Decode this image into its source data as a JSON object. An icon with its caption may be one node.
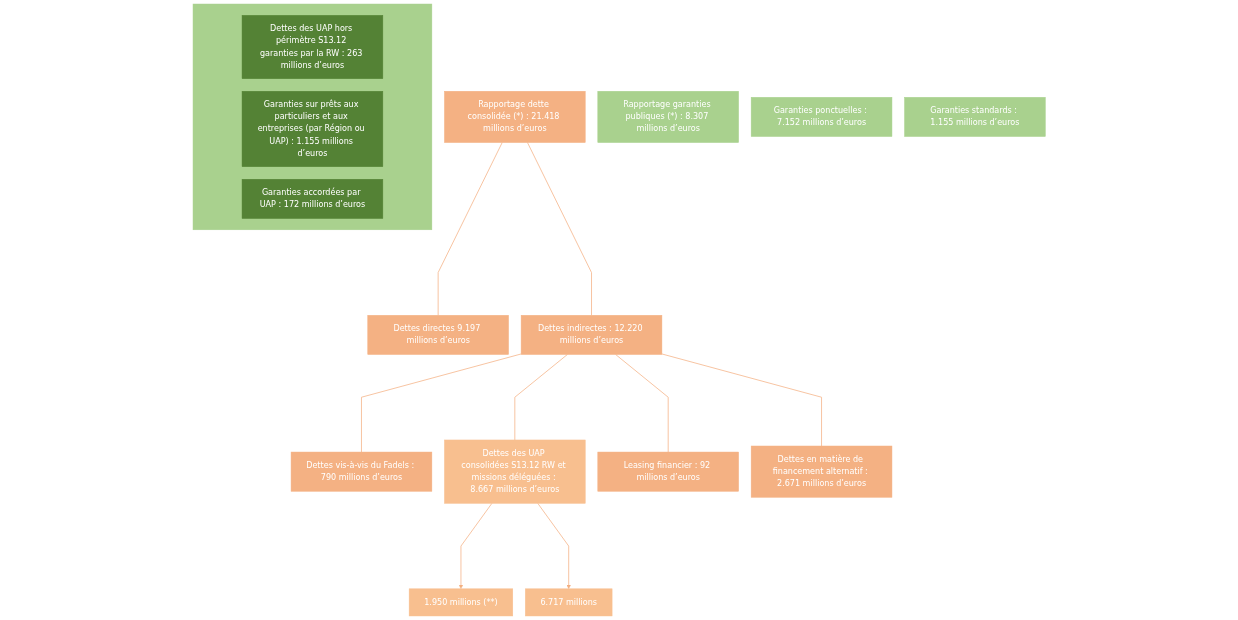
{
  "diagram": {
    "nodes": [
      {
        "text": [
          "Rapportage dette consolidée (*) : 21.418 millions d’euros"
        ]
      },
      {
        "text": [
          "Rapportage garanties publiques (*) : 8.307 millions d’euros"
        ]
      },
      {
        "text": [
          "Dettes directes 9.197 millions d’euros"
        ]
      },
      {
        "text": [
          "Dettes indirectes : 12.220 millions d’euros"
        ]
      },
      {
        "text": [],
        "shape": "box"
      },
      {
        "text": [
          "Dettes des UAP hors périmètre S13.12 garanties par la RW : 263 millions d’euros"
        ],
        "in": 4
      },
      {
        "text": [
          "Garanties sur prêts aux particuliers et aux entreprises (par Région ou UAP) : 1.155 millions d’euros"
        ],
        "in": 4
      },
      {
        "text": [
          "Dettes vis-à-vis du Fadels : 790 millions d’euros"
        ]
      },
      {
        "text": [
          "Dettes des UAP consolidées S13.12 RW et missions déléguées : 8.667 millions d’euros"
        ]
      },
      {
        "text": [
          "1.950 millions (**)"
        ]
      },
      {
        "text": [
          "6.717 millions"
        ]
      },
      {
        "text": [
          "Leasing financier : 92 millions d’euros"
        ]
      },
      {
        "text": [
          "Dettes en matière de financement alternatif : 2.671 millions d’euros"
        ]
      },
      {
        "text": [
          "Garanties accordées par UAP : 172 millions d’euros"
        ],
        "in": 4
      },
      {
        "text": [
          "Garanties ponctuelles : 7.152 millions d’euros"
        ]
      },
      {
        "text": [
          "Garanties standards : 1.155 millions d’euros"
        ]
      }
    ],
    "edges": [
      {
        "from": 0,
        "to": 2,
        "arrow": "none"
      },
      {
        "from": 0,
        "to": 3,
        "arrow": "none"
      },
      {
        "from": 3,
        "to": 11,
        "arrow": "none"
      },
      {
        "from": 3,
        "to": 7,
        "arrow": "none"
      },
      {
        "from": 3,
        "to": 12,
        "arrow": "none"
      },
      {
        "from": 3,
        "to": 8,
        "arrow": "none"
      },
      {
        "from": 8,
        "to": 9,
        "arrow": "to"
      },
      {
        "from": 8,
        "to": 10,
        "arrow": "to"
      }
    ]
  }
}
